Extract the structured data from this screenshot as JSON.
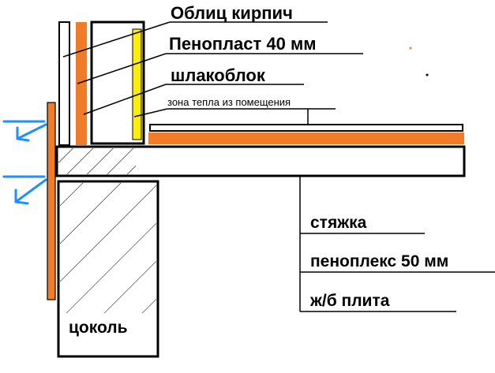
{
  "labels": {
    "facing_brick": "Облиц кирпич",
    "foam": "Пенопласт 40 мм",
    "slag_block": "шлакоблок",
    "warm_zone": "зона тепла из помещения",
    "screed": "стяжка",
    "penoplex": "пеноплекс 50 мм",
    "slab": "ж/б плита",
    "plinth": "цоколь"
  },
  "colors": {
    "insulation": "#f07c2a",
    "warm_zone": "#ffee00",
    "arrow": "#1e90ff",
    "outline": "#000000"
  },
  "icons": {
    "heat_arrow": "arrow-icon"
  }
}
